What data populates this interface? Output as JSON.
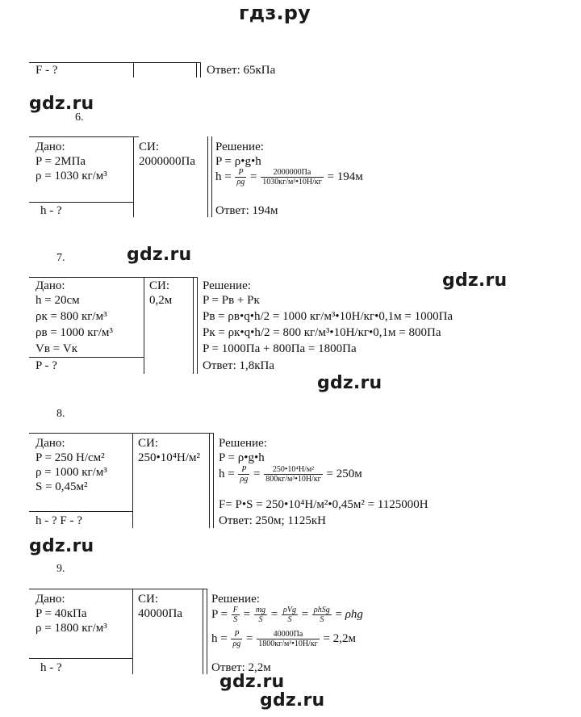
{
  "watermark_top": "гдз.ру",
  "watermark": "gdz.ru",
  "top": {
    "given": "F - ?",
    "answer": "Ответ: 65кПа"
  },
  "labels": {
    "dano": "Дано:",
    "si": "СИ:",
    "reshenie": "Решение:"
  },
  "p6": {
    "num": "6.",
    "given": [
      "P = 2МПа",
      "ρ = 1030 кг/м³"
    ],
    "find": "h - ?",
    "si": "2000000Па",
    "s1": "P = ρ•g•h",
    "h_num": "2000000Па",
    "h_den": "1030кг/м³•10Н/кг",
    "h_res": "= 194м",
    "answer": "Ответ: 194м"
  },
  "p7": {
    "num": "7.",
    "given": [
      "h = 20см",
      "ρк = 800 кг/м³",
      "ρв = 1000 кг/м³",
      "Vв = Vк"
    ],
    "find": "P - ?",
    "si": "0,2м",
    "lines": [
      "P = Pв + Pк",
      "Pв = ρв•q•h/2 = 1000 кг/м³•10Н/кг•0,1м = 1000Па",
      "Pк = ρк•q•h/2 = 800 кг/м³•10Н/кг•0,1м = 800Па",
      "P = 1000Па + 800Па = 1800Па"
    ],
    "answer": "Ответ: 1,8кПа"
  },
  "p8": {
    "num": "8.",
    "given": [
      "P = 250 Н/см²",
      "ρ = 1000 кг/м³",
      "S = 0,45м²"
    ],
    "find": "h - ? F - ?",
    "si": "250•10⁴Н/м²",
    "s1": "P = ρ•g•h",
    "h_num": "250•10⁴Н/м²",
    "h_den": "800кг/м³•10Н/кг",
    "h_res": "= 250м",
    "f_line": "F= P•S = 250•10⁴Н/м²•0,45м² = 1125000Н",
    "answer": "Ответ: 250м; 1125кН"
  },
  "p9": {
    "num": "9.",
    "given": [
      "P = 40кПа",
      "ρ = 1800 кг/м³"
    ],
    "find": "h - ?",
    "si": "40000Па",
    "h_num": "40000Па",
    "h_den": "1800кг/м³•10Н/кг",
    "h_res": "= 2,2м",
    "answer": "Ответ: 2,2м"
  }
}
